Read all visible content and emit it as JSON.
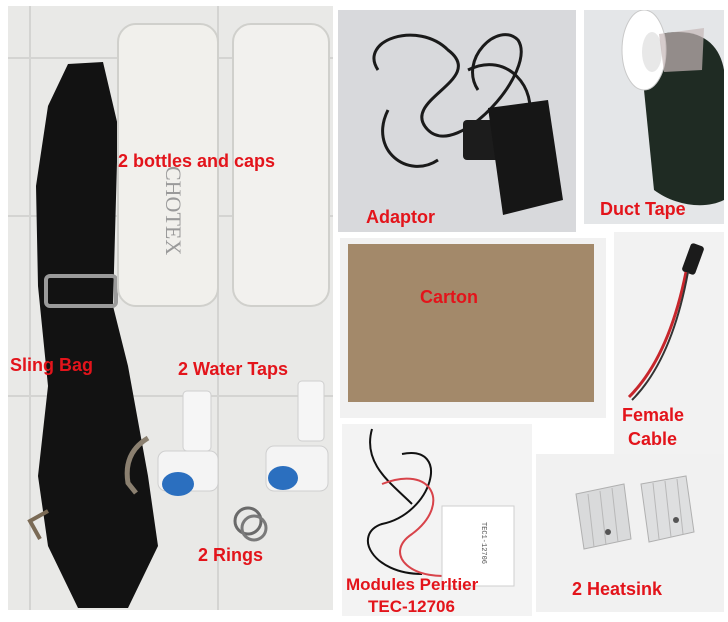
{
  "labels": {
    "bottles": "2 bottles and caps",
    "sling_bag": "Sling Bag",
    "water_taps": "2 Water Taps",
    "rings": "2 Rings",
    "adaptor": "Adaptor",
    "duct_tape": "Duct Tape",
    "carton": "Carton",
    "female_cable_line1": "Female",
    "female_cable_line2": "Cable",
    "modules_line1": "Modules Perltier",
    "modules_line2": "TEC-12706",
    "heatsink": "2 Heatsink"
  },
  "colors": {
    "label": "#e3141b",
    "photo_bg": "#e9e9e7",
    "adaptor_bg": "#d8d9dc",
    "tape_bg": "#e4e6e8",
    "carton": "#a3896a",
    "sling": "#111111"
  }
}
